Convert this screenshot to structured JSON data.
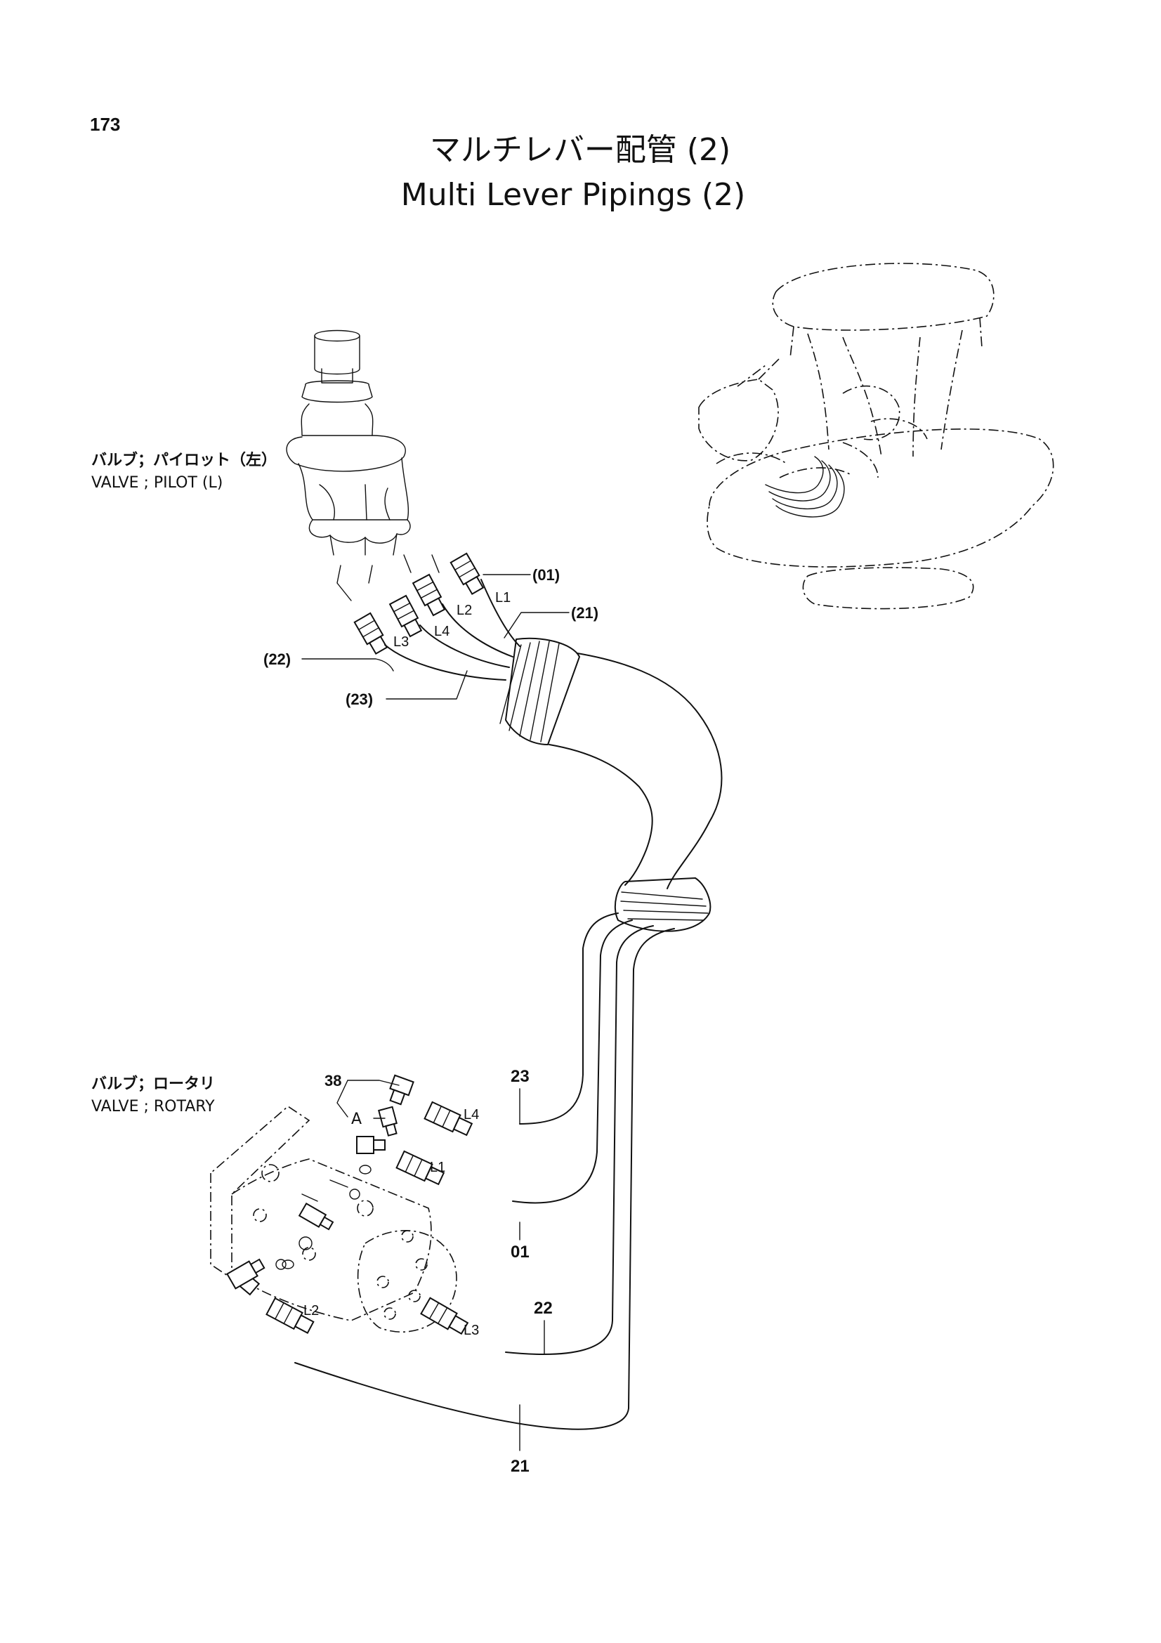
{
  "header": {
    "page_number": "173",
    "title_jp": "マルチレバー配管 (2)",
    "title_en": "Multi Lever Pipings (2)"
  },
  "labels": {
    "pilot_valve_jp": "バルブ；パイロット（左）",
    "pilot_valve_en": "VALVE ; PILOT (L)",
    "rotary_valve_jp": "バルブ；ロータリ",
    "rotary_valve_en": "VALVE ; ROTARY"
  },
  "callouts": {
    "c01": "(01)",
    "c21": "(21)",
    "c22": "(22)",
    "c23": "(23)",
    "n38": "38",
    "a": "A",
    "n23": "23",
    "n01": "01",
    "n22": "22",
    "n21": "21"
  },
  "port_tags": {
    "top_l1": "L1",
    "top_l2": "L2",
    "top_l3": "L3",
    "top_l4": "L4",
    "bot_l4": "L4",
    "bot_l1": "L1",
    "bot_l3": "L3",
    "bot_l2": "L2"
  }
}
